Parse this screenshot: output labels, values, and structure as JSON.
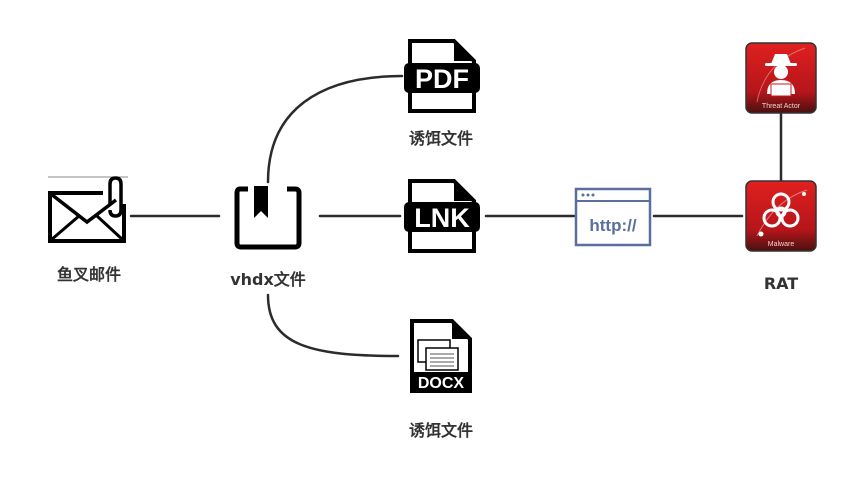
{
  "diagram": {
    "nodes": {
      "phishing_email": {
        "label": "鱼叉邮件",
        "icon": "email-attachment-icon"
      },
      "vhdx_file": {
        "label": "vhdx文件",
        "icon": "bookmark-box-icon"
      },
      "pdf_lure": {
        "label": "诱饵文件",
        "icon": "pdf-file-icon",
        "badge": "PDF"
      },
      "lnk_file": {
        "label": "",
        "icon": "lnk-file-icon",
        "badge": "LNK"
      },
      "docx_lure": {
        "label": "诱饵文件",
        "icon": "docx-file-icon",
        "badge": "DOCX"
      },
      "http_url": {
        "label": "",
        "icon": "browser-url-icon",
        "badge": "http://"
      },
      "rat": {
        "label": "RAT",
        "icon": "malware-biohazard-icon",
        "badge": "Malware"
      },
      "threat_actor": {
        "label": "",
        "icon": "threat-actor-icon",
        "badge": "Threat Actor"
      }
    },
    "edges": [
      {
        "from": "phishing_email",
        "to": "vhdx_file"
      },
      {
        "from": "vhdx_file",
        "to": "pdf_lure"
      },
      {
        "from": "vhdx_file",
        "to": "lnk_file"
      },
      {
        "from": "vhdx_file",
        "to": "docx_lure"
      },
      {
        "from": "lnk_file",
        "to": "http_url"
      },
      {
        "from": "http_url",
        "to": "rat"
      },
      {
        "from": "threat_actor",
        "to": "rat"
      }
    ],
    "colors": {
      "line": "#2b2b2b",
      "icon": "#000000",
      "label": "#333333",
      "malware_red": "#c8171b",
      "browser_blue": "#5a6f9c"
    }
  }
}
